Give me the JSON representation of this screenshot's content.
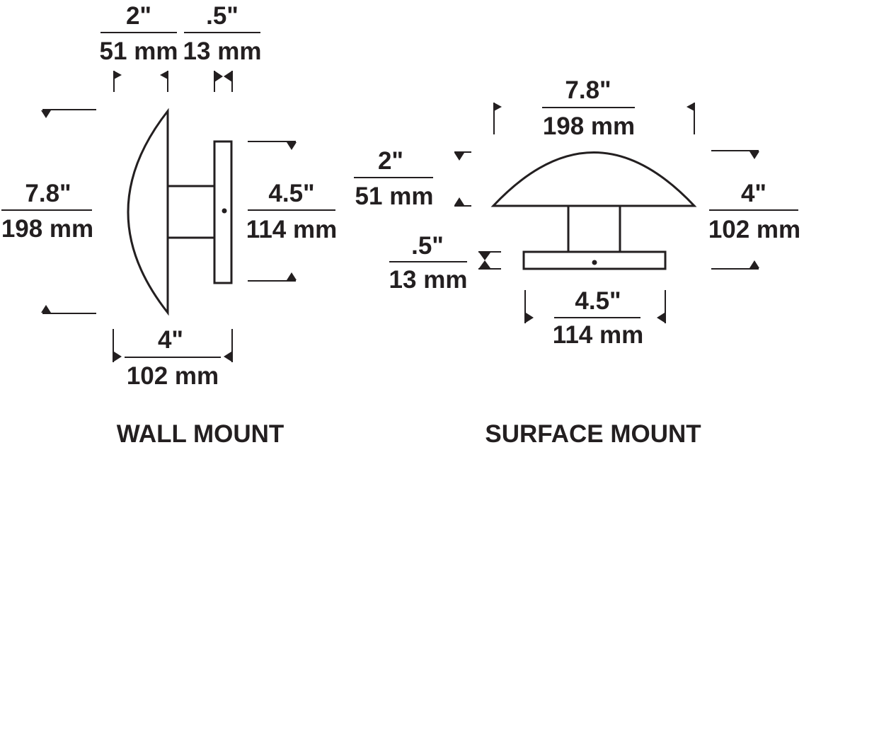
{
  "wall_mount": {
    "title": "WALL MOUNT",
    "dome_depth": {
      "in": "2\"",
      "mm": "51 mm"
    },
    "plate_depth": {
      "in": ".5\"",
      "mm": "13 mm"
    },
    "height": {
      "in": "7.8\"",
      "mm": "198 mm"
    },
    "plate_height": {
      "in": "4.5\"",
      "mm": "114 mm"
    },
    "total_depth": {
      "in": "4\"",
      "mm": "102 mm"
    }
  },
  "surface_mount": {
    "title": "SURFACE MOUNT",
    "width": {
      "in": "7.8\"",
      "mm": "198 mm"
    },
    "dome_height": {
      "in": "2\"",
      "mm": "51 mm"
    },
    "plate_height": {
      "in": ".5\"",
      "mm": "13 mm"
    },
    "total_height": {
      "in": "4\"",
      "mm": "102 mm"
    },
    "plate_width": {
      "in": "4.5\"",
      "mm": "114 mm"
    }
  }
}
